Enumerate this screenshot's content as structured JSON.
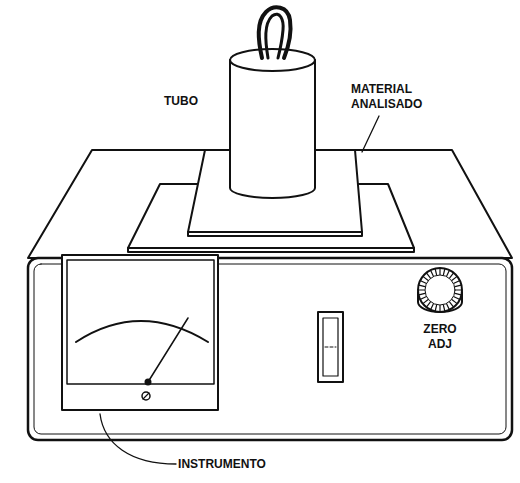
{
  "diagram": {
    "labels": [
      "TUBO",
      "MATERIAL ANALISADO",
      "INSTRUMENTO",
      "ZERO ADJ"
    ]
  }
}
